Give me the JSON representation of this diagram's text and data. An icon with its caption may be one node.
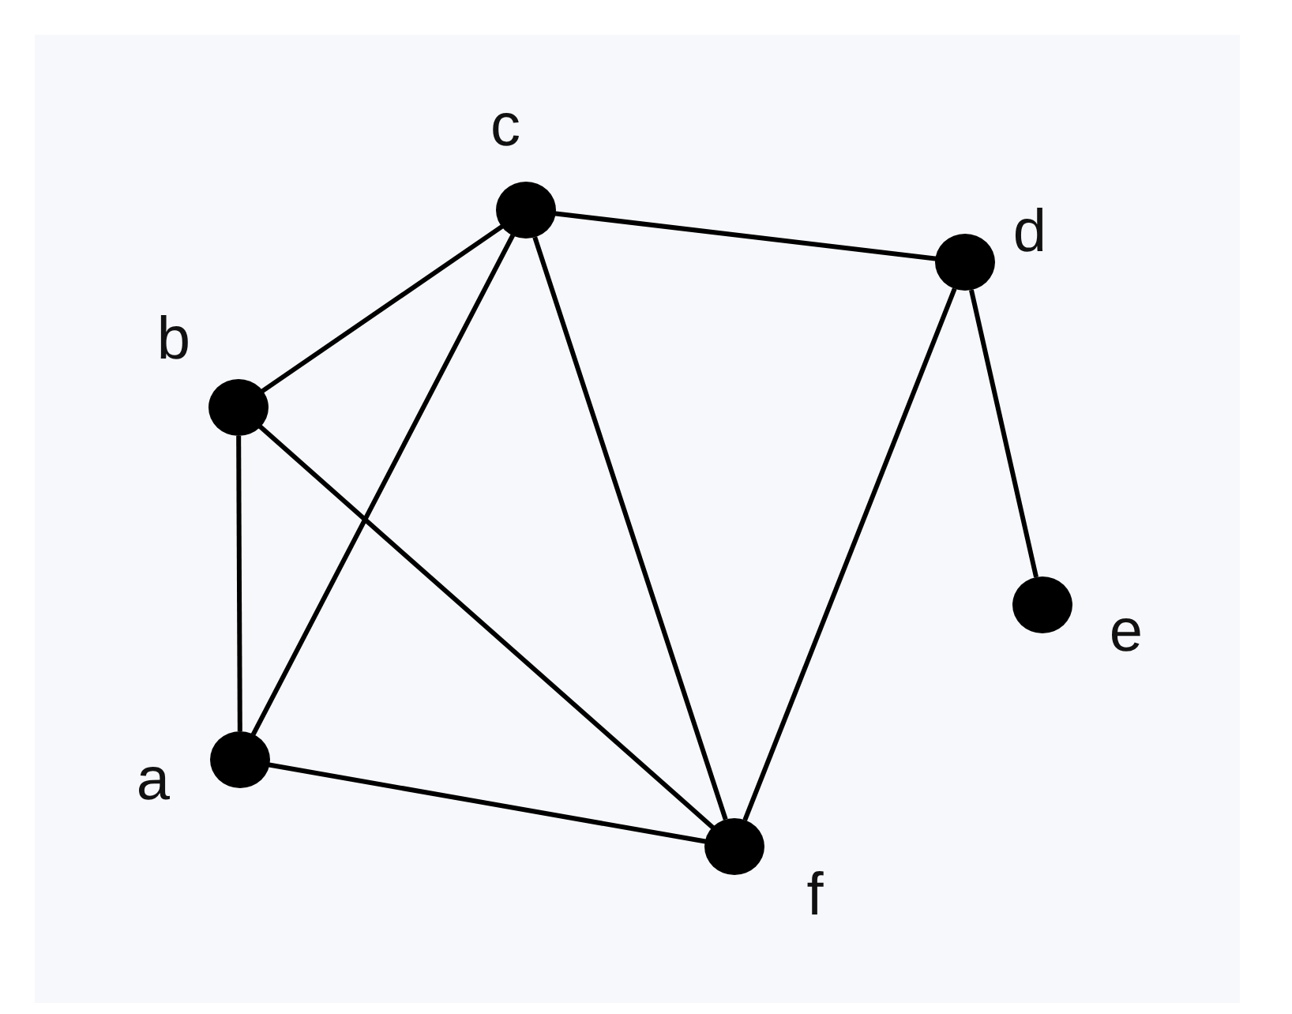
{
  "diagram": {
    "nodes": [
      {
        "text": [],
        "shape": "circle",
        "beside": [
          "c"
        ]
      },
      {
        "text": [],
        "shape": "circle",
        "beside": [
          "d"
        ]
      },
      {
        "text": [],
        "shape": "circle",
        "beside": [
          "b"
        ]
      },
      {
        "text": [],
        "shape": "circle",
        "beside": [
          "e"
        ]
      },
      {
        "text": [],
        "shape": "circle",
        "beside": [
          "a"
        ]
      },
      {
        "text": [],
        "shape": "circle",
        "beside": [
          "f"
        ]
      }
    ],
    "edges": [
      {
        "from": 2,
        "to": 0,
        "arrow": "none"
      },
      {
        "from": 0,
        "to": 1,
        "arrow": "none"
      },
      {
        "from": 2,
        "to": 4,
        "arrow": "none"
      },
      {
        "from": 4,
        "to": 0,
        "arrow": "none"
      },
      {
        "from": 2,
        "to": 5,
        "arrow": "none"
      },
      {
        "from": 0,
        "to": 5,
        "arrow": "none"
      },
      {
        "from": 4,
        "to": 5,
        "arrow": "none"
      },
      {
        "from": 1,
        "to": 5,
        "arrow": "none"
      },
      {
        "from": 1,
        "to": 3,
        "arrow": "none"
      }
    ]
  }
}
